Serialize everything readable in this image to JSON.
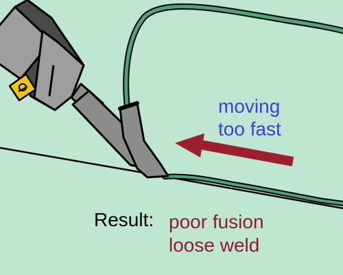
{
  "colors": {
    "background": "#bfe6d0",
    "welder_body": "#9e9e9e",
    "welder_band": "#4a4a4a",
    "welder_outline": "#000000",
    "badge": "#f0c419",
    "nozzle": "#8c8c8c",
    "filament": "#4fa37c",
    "arrow": "#9b1f2e",
    "motion_text": "#3d3de0",
    "result_text": "#8e1e2e",
    "label_text": "#000000"
  },
  "icons": {
    "welder": "hot-air-welder-icon",
    "badge": "warning-badge-icon",
    "direction_arrow": "arrow-left-icon"
  },
  "annotation": {
    "motion_lines": [
      "moving",
      "too fast"
    ]
  },
  "result": {
    "label": "Result:",
    "lines": [
      "poor fusion",
      "loose weld"
    ]
  }
}
